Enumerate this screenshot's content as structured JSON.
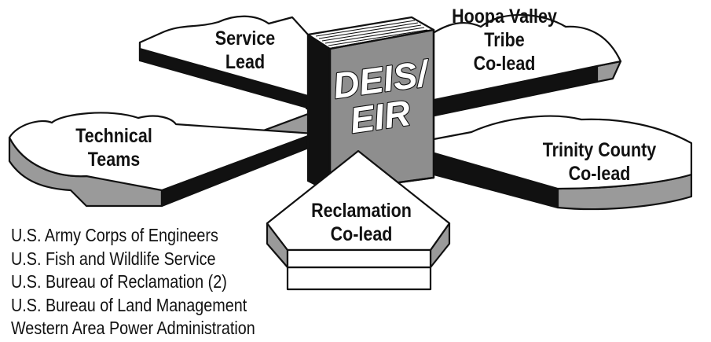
{
  "title": "",
  "book": {
    "lines": [
      "DEIS/",
      "EIR"
    ]
  },
  "nodes": {
    "service_lead": [
      "Service",
      "Lead"
    ],
    "hoopa": [
      "Hoopa Valley",
      "Tribe",
      "Co-lead"
    ],
    "technical": [
      "Technical",
      "Teams"
    ],
    "trinity": [
      "Trinity County",
      "Co-lead"
    ],
    "reclamation": [
      "Reclamation",
      "Co-lead"
    ]
  },
  "agencies": [
    "U.S. Army Corps of Engineers",
    "U.S. Fish and Wildlife Service",
    "U.S. Bureau of Reclamation (2)",
    "U.S. Bureau of Land Management",
    "Western Area Power Administration"
  ],
  "colors": {
    "ink": "#111111",
    "shadow": "#9a9a9a",
    "book_cover": "#8e8e8e",
    "paper": "#ffffff"
  }
}
